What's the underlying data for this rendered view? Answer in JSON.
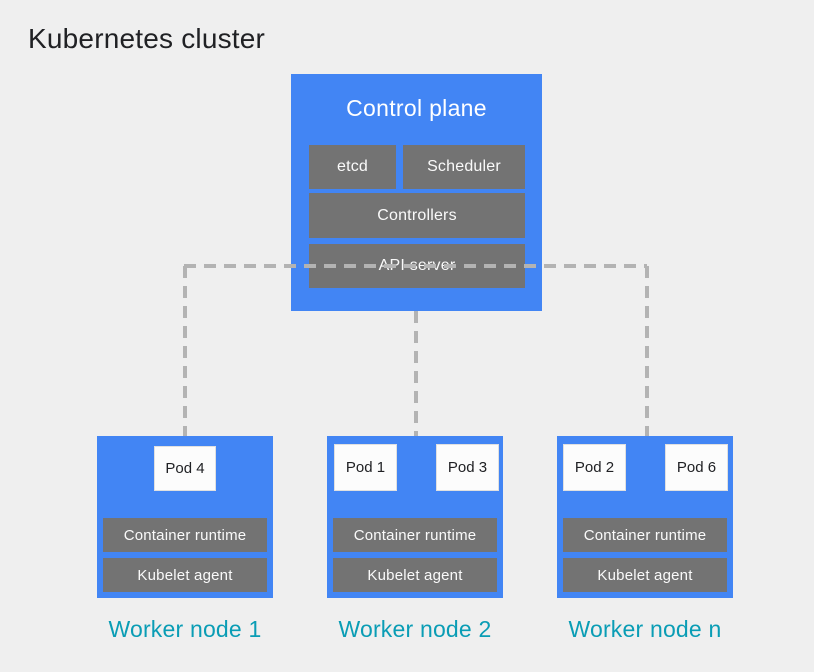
{
  "title": "Kubernetes cluster",
  "colors": {
    "background": "#efefef",
    "primary_blue": "#4285f4",
    "component_gray": "#737373",
    "pod_white": "#fcfcfc",
    "connector_gray": "#b3b3b3",
    "worker_label_teal": "#0a9db5",
    "title_text": "#202124",
    "box_text": "#fafafa"
  },
  "control_plane": {
    "title": "Control plane",
    "components": [
      {
        "id": "etcd",
        "label": "etcd"
      },
      {
        "id": "scheduler",
        "label": "Scheduler"
      },
      {
        "id": "controllers",
        "label": "Controllers"
      },
      {
        "id": "api-server",
        "label": "API server"
      }
    ]
  },
  "workers": [
    {
      "label": "Worker node 1",
      "pods": [
        "Pod 4"
      ],
      "runtime": "Container runtime",
      "agent": "Kubelet agent"
    },
    {
      "label": "Worker node 2",
      "pods": [
        "Pod 1",
        "Pod 3"
      ],
      "runtime": "Container runtime",
      "agent": "Kubelet agent"
    },
    {
      "label": "Worker node n",
      "pods": [
        "Pod 2",
        "Pod 6"
      ],
      "runtime": "Container runtime",
      "agent": "Kubelet agent"
    }
  ]
}
